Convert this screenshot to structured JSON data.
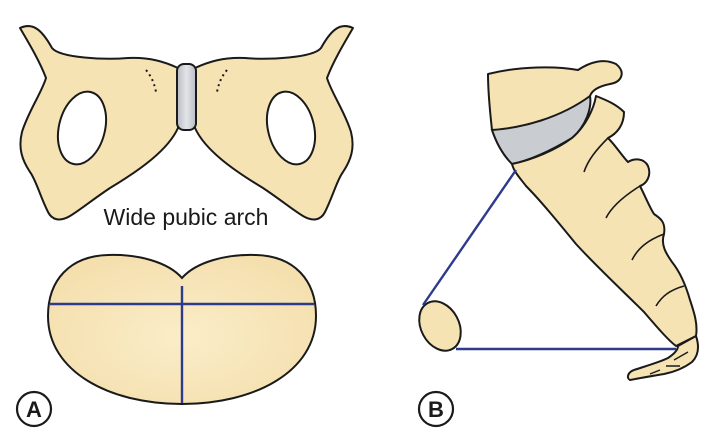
{
  "panel_a": {
    "caption": "Wide pubic arch",
    "badge": "A"
  },
  "panel_b": {
    "badge": "B"
  },
  "colors": {
    "bone_fill": "#f6e3b4",
    "cartilage_fill": "#c9ccd1",
    "outline": "#1a1a1a",
    "diameter_lines": "#2e3a8c"
  }
}
